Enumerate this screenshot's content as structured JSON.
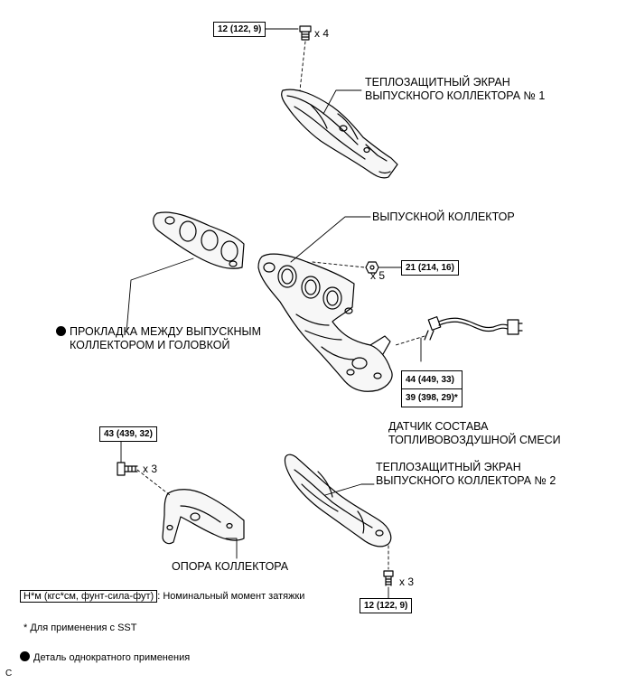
{
  "parts": {
    "heat_shield_1": [
      "ТЕПЛОЗАЩИТНЫЙ ЭКРАН",
      "ВЫПУСКНОГО КОЛЛЕКТОРА № 1"
    ],
    "exhaust_manifold": "ВЫПУСКНОЙ КОЛЛЕКТОР",
    "gasket": [
      "ПРОКЛАДКА МЕЖДУ ВЫПУСКНЫМ",
      "КОЛЛЕКТОРОМ И ГОЛОВКОЙ"
    ],
    "af_sensor": [
      "ДАТЧИК СОСТАВА",
      "ТОПЛИВОВОЗДУШНОЙ СМЕСИ"
    ],
    "heat_shield_2": [
      "ТЕПЛОЗАЩИТНЫЙ ЭКРАН",
      "ВЫПУСКНОГО КОЛЛЕКТОРА № 2"
    ],
    "stay": "ОПОРА КОЛЛЕКТОРА"
  },
  "torques": {
    "shield1_bolts": "12 (122, 9)",
    "manifold_nuts": "21 (214, 16)",
    "sensor": "44 (449, 33)",
    "sensor_sst": "39 (398, 29)*",
    "stay_bolts": "43 (439, 32)",
    "shield2_bolts": "12 (122, 9)"
  },
  "quantities": {
    "shield1_bolts": "x 4",
    "manifold_nuts": "x 5",
    "stay_bolts": "x 3",
    "shield2_bolts": "x 3"
  },
  "legend": {
    "torque_unit": "Н*м (кгс*см, фунт-сила-фут)",
    "torque_desc": ": Номинальный момент затяжки",
    "sst_note": "* Для применения с SST",
    "non_reusable": "Деталь однократного применения",
    "corner_mark": "C"
  }
}
